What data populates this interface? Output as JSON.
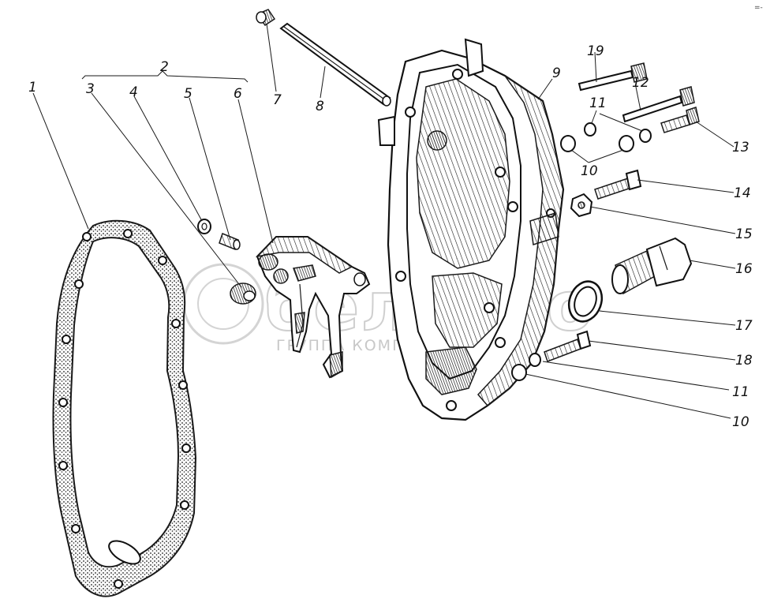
{
  "watermark": {
    "main": "белагро",
    "sub": "ГРУППА КОМПАНИЙ"
  },
  "corner_mark": "=-",
  "callouts": [
    {
      "id": "c1",
      "text": "1"
    },
    {
      "id": "c2",
      "text": "2"
    },
    {
      "id": "c3",
      "text": "3"
    },
    {
      "id": "c4",
      "text": "4"
    },
    {
      "id": "c5",
      "text": "5"
    },
    {
      "id": "c6",
      "text": "6"
    },
    {
      "id": "c7",
      "text": "7"
    },
    {
      "id": "c8",
      "text": "8"
    },
    {
      "id": "c9",
      "text": "9"
    },
    {
      "id": "c10a",
      "text": "10"
    },
    {
      "id": "c11a",
      "text": "11"
    },
    {
      "id": "c12",
      "text": "12"
    },
    {
      "id": "c13",
      "text": "13"
    },
    {
      "id": "c14",
      "text": "14"
    },
    {
      "id": "c15",
      "text": "15"
    },
    {
      "id": "c16",
      "text": "16"
    },
    {
      "id": "c17",
      "text": "17"
    },
    {
      "id": "c18",
      "text": "18"
    },
    {
      "id": "c19",
      "text": "19"
    },
    {
      "id": "c11b",
      "text": "11"
    },
    {
      "id": "c10b",
      "text": "10"
    }
  ]
}
